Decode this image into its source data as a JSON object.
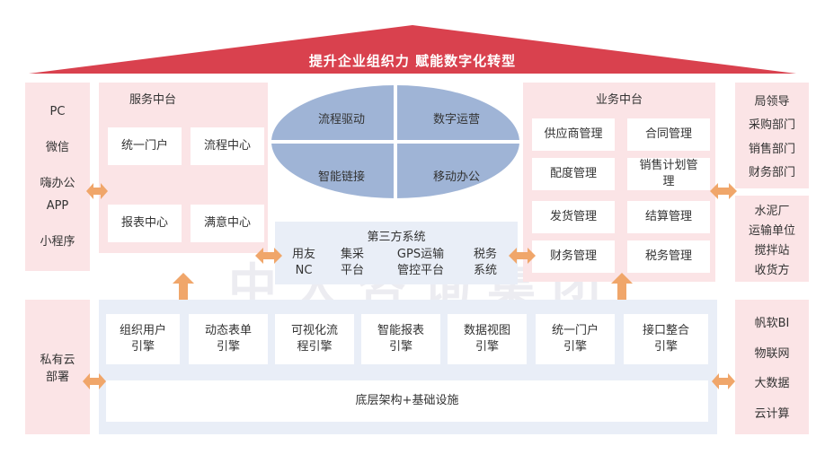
{
  "roof": {
    "title": "提升企业组织力  赋能数字化转型"
  },
  "left_channels": {
    "items": [
      "PC",
      "微信",
      "嗨办公",
      "APP",
      "小程序"
    ]
  },
  "service_center": {
    "title": "服务中台",
    "items": [
      "统一门户",
      "流程中心",
      "报表中心",
      "满意中心"
    ]
  },
  "center_quadrants": [
    "流程驱动",
    "数字运营",
    "智能链接",
    "移动办公"
  ],
  "third_party": {
    "title": "第三方系统",
    "items": [
      {
        "line1": "用友",
        "line2": "NC"
      },
      {
        "line1": "集采",
        "line2": "平台"
      },
      {
        "line1": "GPS运输",
        "line2": "管控平台"
      },
      {
        "line1": "税务",
        "line2": "系统"
      }
    ]
  },
  "business_center": {
    "title": "业务中台",
    "items": [
      {
        "line1": "供应商管理",
        "line2": ""
      },
      {
        "line1": "合同管理",
        "line2": ""
      },
      {
        "line1": "配度管理",
        "line2": ""
      },
      {
        "line1": "销售计划管",
        "line2": "理"
      },
      {
        "line1": "发货管理",
        "line2": ""
      },
      {
        "line1": "结算管理",
        "line2": ""
      },
      {
        "line1": "财务管理",
        "line2": ""
      },
      {
        "line1": "税务管理",
        "line2": ""
      }
    ]
  },
  "right_roles": {
    "items": [
      "局领导",
      "采购部门",
      "销售部门",
      "财务部门"
    ]
  },
  "right_partners": {
    "items": [
      "水泥厂",
      "运输单位",
      "搅拌站",
      "收货方"
    ]
  },
  "left_private": {
    "line1": "私有云",
    "line2": "部署"
  },
  "engines": [
    {
      "line1": "组织用户",
      "line2": "引擎"
    },
    {
      "line1": "动态表单",
      "line2": "引擎"
    },
    {
      "line1": "可视化流",
      "line2": "程引擎"
    },
    {
      "line1": "智能报表",
      "line2": "引擎"
    },
    {
      "line1": "数据视图",
      "line2": "引擎"
    },
    {
      "line1": "统一门户",
      "line2": "引擎"
    },
    {
      "line1": "接口整合",
      "line2": "引擎"
    }
  ],
  "base_layer": {
    "label": "底层架构+基础设施"
  },
  "right_tech": {
    "items": [
      "帆软BI",
      "物联网",
      "大数据",
      "云计算"
    ]
  },
  "watermark": {
    "text": "中大咨询集团"
  },
  "colors": {
    "roof_red": "#d9414e",
    "panel_pink": "#fbe4e6",
    "panel_blue": "#e9eef7",
    "ellipse_blue": "#9fb4d6",
    "arrow_orange": "#f0a66a"
  }
}
